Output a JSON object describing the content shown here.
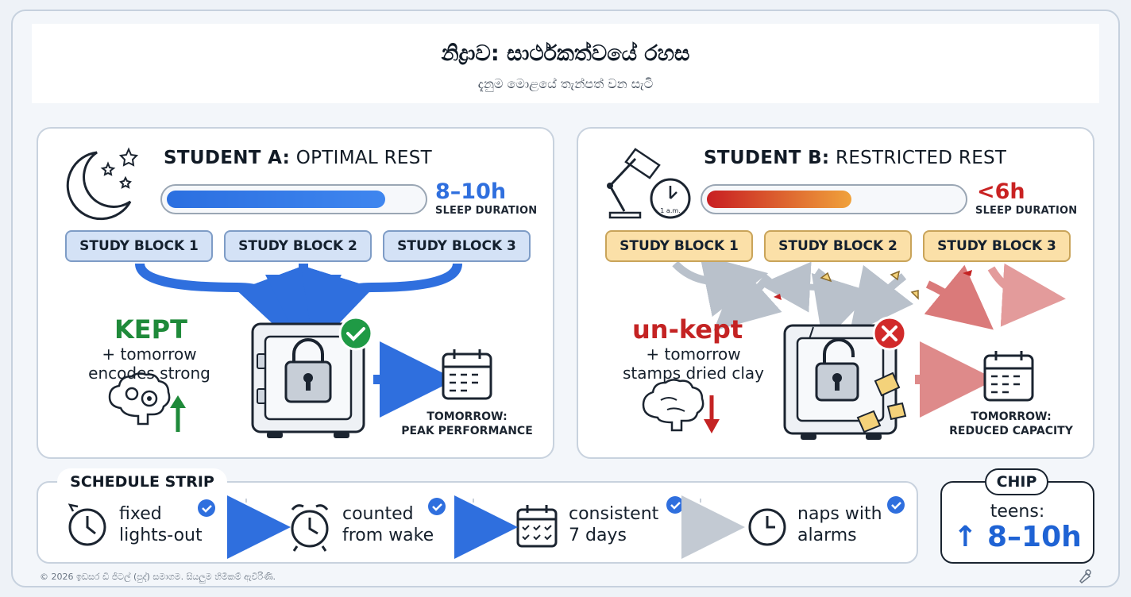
{
  "header": {
    "title": "නිද්‍රාව: සාර්ථකත්වයේ රහස",
    "subtitle": "දැනුම මොළයේ තැන්පත් වන සැටි"
  },
  "student_a": {
    "title_bold": "STUDENT A:",
    "title_rest": " OPTIMAL REST",
    "sleep_fill_percent": 86,
    "duration": "8–10h",
    "duration_label": "SLEEP DURATION",
    "blocks": [
      "STUDY BLOCK 1",
      "STUDY BLOCK 2",
      "STUDY BLOCK 3"
    ],
    "status": "KEPT",
    "sub_line1": "+ tomorrow",
    "sub_line2": "encodes strong",
    "tomorrow_line1": "TOMORROW:",
    "tomorrow_line2": "PEAK PERFORMANCE",
    "accent": "#2f6fde",
    "status_color": "#1f8a3a"
  },
  "student_b": {
    "title_bold": "STUDENT B:",
    "title_rest": " RESTRICTED REST",
    "sleep_fill_percent": 57,
    "duration": "<6h",
    "duration_label": "SLEEP DURATION",
    "clock_text": "1 a.m.",
    "blocks": [
      "STUDY BLOCK 1",
      "STUDY BLOCK 2",
      "STUDY BLOCK 3"
    ],
    "status": "un-kept",
    "sub_line1": "+ tomorrow",
    "sub_line2": "stamps dried clay",
    "tomorrow_line1": "TOMORROW:",
    "tomorrow_line2": "REDUCED CAPACITY",
    "accent": "#c92222"
  },
  "schedule": {
    "tag": "SCHEDULE STRIP",
    "steps": [
      {
        "line1": "fixed",
        "line2": "lights-out",
        "icon": "clock-reset-icon"
      },
      {
        "line1": "counted",
        "line2": "from wake",
        "icon": "alarm-clock-icon"
      },
      {
        "line1": "consistent",
        "line2": "7 days",
        "icon": "calendar-check-icon"
      },
      {
        "line1": "naps with",
        "line2": "alarms",
        "icon": "clock-icon"
      }
    ]
  },
  "chip": {
    "tag": "CHIP",
    "line1": "teens:",
    "arrow": "↑",
    "value": "8–10h"
  },
  "footer": {
    "text": "© 2026 ඉඩසර ඩි ජිටල් (පුද්) සමාගම. සියලුම හිමිකම් ඇවිරිණි."
  }
}
